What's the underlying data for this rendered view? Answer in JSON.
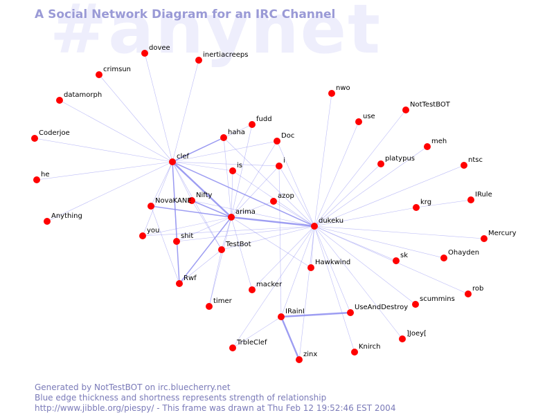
{
  "watermark": "#anynet",
  "title": "A Social Network Diagram for an IRC Channel",
  "footer": {
    "line1": "Generated by NotTestBOT on irc.bluecherry.net",
    "line2": "Blue edge thickness and shortness represents strength of relationship",
    "line3": "http://www.jibble.org/piespy/ - This frame was drawn at Thu Feb 12 19:52:46 EST 2004"
  },
  "colors": {
    "node": "#ff0000",
    "edge": "#8c8cf0",
    "title": "#9a9ad6",
    "watermark": "#eeeefc",
    "footer": "#7a7ab8"
  },
  "nodes": [
    {
      "id": "dovee",
      "label": "dovee"
    },
    {
      "id": "inertiacreeps",
      "label": "inertiacreeps"
    },
    {
      "id": "crimsun",
      "label": "crimsun"
    },
    {
      "id": "datamorph",
      "label": "datamorph"
    },
    {
      "id": "Coderjoe",
      "label": "Coderjoe"
    },
    {
      "id": "he",
      "label": "he"
    },
    {
      "id": "Anything",
      "label": "Anything"
    },
    {
      "id": "clef",
      "label": "clef"
    },
    {
      "id": "haha",
      "label": "haha"
    },
    {
      "id": "fudd",
      "label": "fudd"
    },
    {
      "id": "Doc",
      "label": "Doc"
    },
    {
      "id": "is",
      "label": "is"
    },
    {
      "id": "i",
      "label": "i"
    },
    {
      "id": "Nifty",
      "label": "Nifty"
    },
    {
      "id": "NovaKANE",
      "label": "NovaKANE"
    },
    {
      "id": "azop",
      "label": "azop"
    },
    {
      "id": "arima",
      "label": "arima"
    },
    {
      "id": "you",
      "label": "you"
    },
    {
      "id": "shit",
      "label": "shit"
    },
    {
      "id": "TestBot",
      "label": "TestBot"
    },
    {
      "id": "Rwf",
      "label": "Rwf"
    },
    {
      "id": "macker",
      "label": "macker"
    },
    {
      "id": "timer",
      "label": "timer"
    },
    {
      "id": "Hawkwind",
      "label": "Hawkwind"
    },
    {
      "id": "dukeku",
      "label": "dukeku"
    },
    {
      "id": "nwo",
      "label": "nwo"
    },
    {
      "id": "use",
      "label": "use"
    },
    {
      "id": "NotTestBOT",
      "label": "NotTestBOT"
    },
    {
      "id": "meh",
      "label": "meh"
    },
    {
      "id": "platypus",
      "label": "platypus"
    },
    {
      "id": "ntsc",
      "label": "ntsc"
    },
    {
      "id": "IRule",
      "label": "IRule"
    },
    {
      "id": "krg",
      "label": "krg"
    },
    {
      "id": "Mercury",
      "label": "Mercury"
    },
    {
      "id": "Ohayden",
      "label": "Ohayden"
    },
    {
      "id": "sk",
      "label": "sk"
    },
    {
      "id": "rob",
      "label": "rob"
    },
    {
      "id": "scummins",
      "label": "scummins"
    },
    {
      "id": "UseAndDestroy",
      "label": "UseAndDestroy"
    },
    {
      "id": "IRainI",
      "label": "IRainI"
    },
    {
      "id": "]Joey[",
      "label": "]Joey["
    },
    {
      "id": "Knirch",
      "label": "Knirch"
    },
    {
      "id": "TrbleClef",
      "label": "TrbleClef"
    },
    {
      "id": "zinx",
      "label": "zinx"
    }
  ],
  "edges": [
    {
      "from": "clef",
      "to": "dovee",
      "weight": 1
    },
    {
      "from": "clef",
      "to": "inertiacreeps",
      "weight": 1
    },
    {
      "from": "clef",
      "to": "crimsun",
      "weight": 1
    },
    {
      "from": "clef",
      "to": "datamorph",
      "weight": 1
    },
    {
      "from": "clef",
      "to": "Coderjoe",
      "weight": 1
    },
    {
      "from": "clef",
      "to": "he",
      "weight": 1
    },
    {
      "from": "clef",
      "to": "Anything",
      "weight": 1
    },
    {
      "from": "clef",
      "to": "haha",
      "weight": 2
    },
    {
      "from": "clef",
      "to": "fudd",
      "weight": 1
    },
    {
      "from": "clef",
      "to": "Doc",
      "weight": 1
    },
    {
      "from": "clef",
      "to": "is",
      "weight": 1
    },
    {
      "from": "clef",
      "to": "i",
      "weight": 1
    },
    {
      "from": "clef",
      "to": "Nifty",
      "weight": 1
    },
    {
      "from": "clef",
      "to": "NovaKANE",
      "weight": 1
    },
    {
      "from": "clef",
      "to": "arima",
      "weight": 3
    },
    {
      "from": "clef",
      "to": "you",
      "weight": 1
    },
    {
      "from": "clef",
      "to": "shit",
      "weight": 1
    },
    {
      "from": "clef",
      "to": "TestBot",
      "weight": 1
    },
    {
      "from": "clef",
      "to": "Rwf",
      "weight": 2
    },
    {
      "from": "clef",
      "to": "dukeku",
      "weight": 2
    },
    {
      "from": "arima",
      "to": "haha",
      "weight": 1
    },
    {
      "from": "arima",
      "to": "fudd",
      "weight": 1
    },
    {
      "from": "arima",
      "to": "Doc",
      "weight": 1
    },
    {
      "from": "arima",
      "to": "is",
      "weight": 1
    },
    {
      "from": "arima",
      "to": "i",
      "weight": 1
    },
    {
      "from": "arima",
      "to": "Nifty",
      "weight": 2
    },
    {
      "from": "arima",
      "to": "NovaKANE",
      "weight": 2
    },
    {
      "from": "arima",
      "to": "azop",
      "weight": 1
    },
    {
      "from": "arima",
      "to": "you",
      "weight": 1
    },
    {
      "from": "arima",
      "to": "shit",
      "weight": 1
    },
    {
      "from": "arima",
      "to": "TestBot",
      "weight": 1
    },
    {
      "from": "arima",
      "to": "Rwf",
      "weight": 2
    },
    {
      "from": "arima",
      "to": "macker",
      "weight": 1
    },
    {
      "from": "arima",
      "to": "timer",
      "weight": 1
    },
    {
      "from": "arima",
      "to": "Hawkwind",
      "weight": 1
    },
    {
      "from": "arima",
      "to": "dukeku",
      "weight": 3
    },
    {
      "from": "dukeku",
      "to": "haha",
      "weight": 1
    },
    {
      "from": "dukeku",
      "to": "Doc",
      "weight": 1
    },
    {
      "from": "dukeku",
      "to": "is",
      "weight": 1
    },
    {
      "from": "dukeku",
      "to": "i",
      "weight": 1
    },
    {
      "from": "dukeku",
      "to": "azop",
      "weight": 1
    },
    {
      "from": "dukeku",
      "to": "nwo",
      "weight": 1
    },
    {
      "from": "dukeku",
      "to": "use",
      "weight": 1
    },
    {
      "from": "dukeku",
      "to": "NotTestBOT",
      "weight": 1
    },
    {
      "from": "dukeku",
      "to": "meh",
      "weight": 1
    },
    {
      "from": "dukeku",
      "to": "platypus",
      "weight": 1
    },
    {
      "from": "dukeku",
      "to": "ntsc",
      "weight": 1
    },
    {
      "from": "dukeku",
      "to": "krg",
      "weight": 1
    },
    {
      "from": "dukeku",
      "to": "Mercury",
      "weight": 1
    },
    {
      "from": "dukeku",
      "to": "Ohayden",
      "weight": 1
    },
    {
      "from": "dukeku",
      "to": "sk",
      "weight": 1
    },
    {
      "from": "dukeku",
      "to": "rob",
      "weight": 1
    },
    {
      "from": "dukeku",
      "to": "scummins",
      "weight": 1
    },
    {
      "from": "dukeku",
      "to": "UseAndDestroy",
      "weight": 1
    },
    {
      "from": "dukeku",
      "to": "]Joey[",
      "weight": 1
    },
    {
      "from": "dukeku",
      "to": "Knirch",
      "weight": 1
    },
    {
      "from": "dukeku",
      "to": "Hawkwind",
      "weight": 1
    },
    {
      "from": "dukeku",
      "to": "IRainI",
      "weight": 1
    },
    {
      "from": "dukeku",
      "to": "TrbleClef",
      "weight": 1
    },
    {
      "from": "dukeku",
      "to": "zinx",
      "weight": 1
    },
    {
      "from": "dukeku",
      "to": "macker",
      "weight": 1
    },
    {
      "from": "dukeku",
      "to": "TestBot",
      "weight": 1
    },
    {
      "from": "dukeku",
      "to": "Nifty",
      "weight": 1
    },
    {
      "from": "dukeku",
      "to": "you",
      "weight": 1
    },
    {
      "from": "dukeku",
      "to": "shit",
      "weight": 1
    },
    {
      "from": "krg",
      "to": "IRule",
      "weight": 1
    },
    {
      "from": "IRainI",
      "to": "UseAndDestroy",
      "weight": 3
    },
    {
      "from": "IRainI",
      "to": "zinx",
      "weight": 3
    },
    {
      "from": "IRainI",
      "to": "TrbleClef",
      "weight": 1
    },
    {
      "from": "IRainI",
      "to": "i",
      "weight": 1
    },
    {
      "from": "TestBot",
      "to": "Rwf",
      "weight": 1
    },
    {
      "from": "TestBot",
      "to": "timer",
      "weight": 1
    },
    {
      "from": "Nifty",
      "to": "TestBot",
      "weight": 1
    },
    {
      "from": "NovaKANE",
      "to": "Rwf",
      "weight": 1
    }
  ]
}
